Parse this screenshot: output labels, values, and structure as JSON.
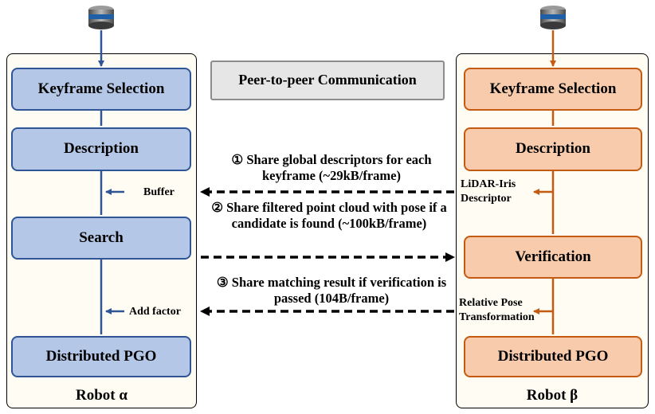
{
  "header": {
    "label": "Peer-to-peer Communication"
  },
  "robot_alpha": {
    "name": "Robot α",
    "modules": {
      "keyframe": "Keyframe Selection",
      "description": "Description",
      "search": "Search",
      "pgo": "Distributed PGO"
    },
    "annotations": {
      "buffer": "Buffer",
      "add_factor": "Add factor"
    },
    "color": "#2f5597"
  },
  "robot_beta": {
    "name": "Robot β",
    "modules": {
      "keyframe": "Keyframe Selection",
      "description": "Description",
      "verification": "Verification",
      "pgo": "Distributed PGO"
    },
    "annotations": {
      "descriptor": "LiDAR-Iris Descriptor",
      "relative_pose": "Relative Pose Transformation"
    },
    "color": "#c55a11"
  },
  "messages": [
    {
      "marker": "①",
      "text": "Share global descriptors for each keyframe (~29kB/frame)",
      "direction": "beta-to-alpha"
    },
    {
      "marker": "②",
      "text": "Share filtered point cloud with pose if a candidate is found (~100kB/frame)",
      "direction": "alpha-to-beta"
    },
    {
      "marker": "③",
      "text": "Share matching result if verification is passed (104B/frame)",
      "direction": "beta-to-alpha"
    }
  ],
  "icons": {
    "sensor": "lidar-sensor-icon"
  }
}
